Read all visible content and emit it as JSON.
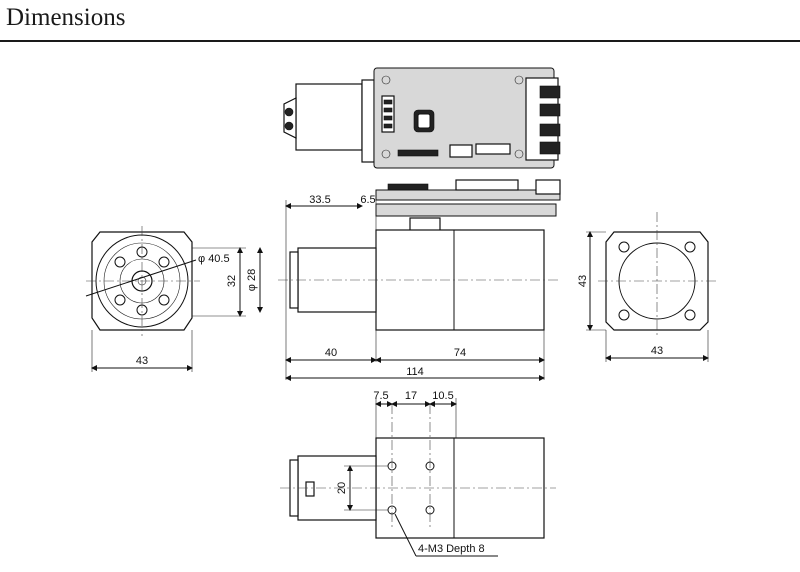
{
  "header": {
    "title": "Dimensions"
  },
  "dims": {
    "top_offset": "33.5",
    "top_small": "6.5",
    "front_flange_dia": "φ 40.5",
    "front_height": "32",
    "front_width": "43",
    "shaft_dia": "φ 28",
    "side_len_gear": "40",
    "side_len_motor": "74",
    "side_len_total": "114",
    "rear_height": "43",
    "rear_width": "43",
    "bottom_a": "7.5",
    "bottom_b": "17",
    "bottom_c": "10.5",
    "bottom_v": "20",
    "hole_note": "4-M3 Depth 8"
  }
}
